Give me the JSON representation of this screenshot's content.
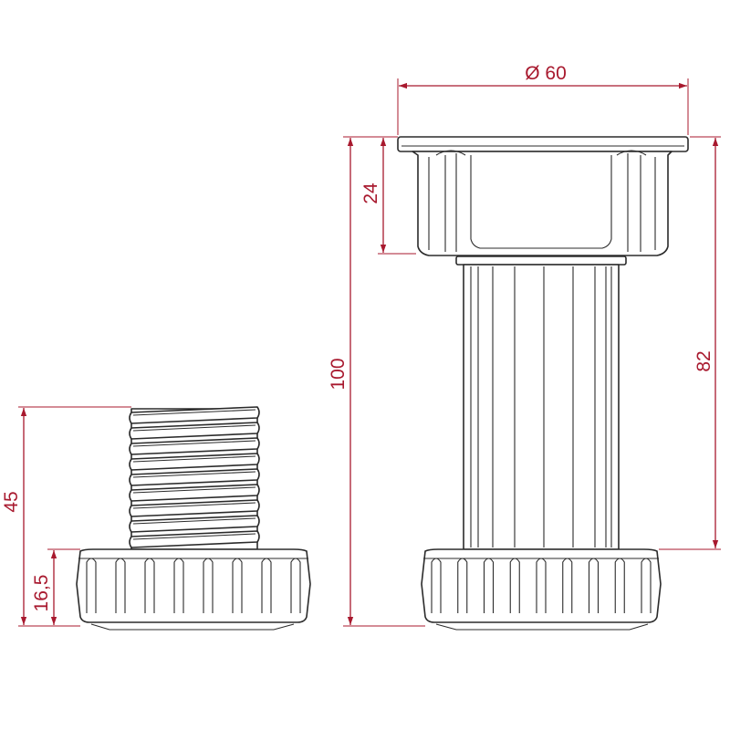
{
  "dimensions": {
    "diameter": "Ø 60",
    "overall_height": "100",
    "top_cup_height": "24",
    "column_height": "82",
    "threaded_height": "45",
    "base_height": "16,5"
  },
  "colors": {
    "dimension": "#a8192e",
    "outline": "#2b2b2b",
    "background": "#ffffff"
  }
}
